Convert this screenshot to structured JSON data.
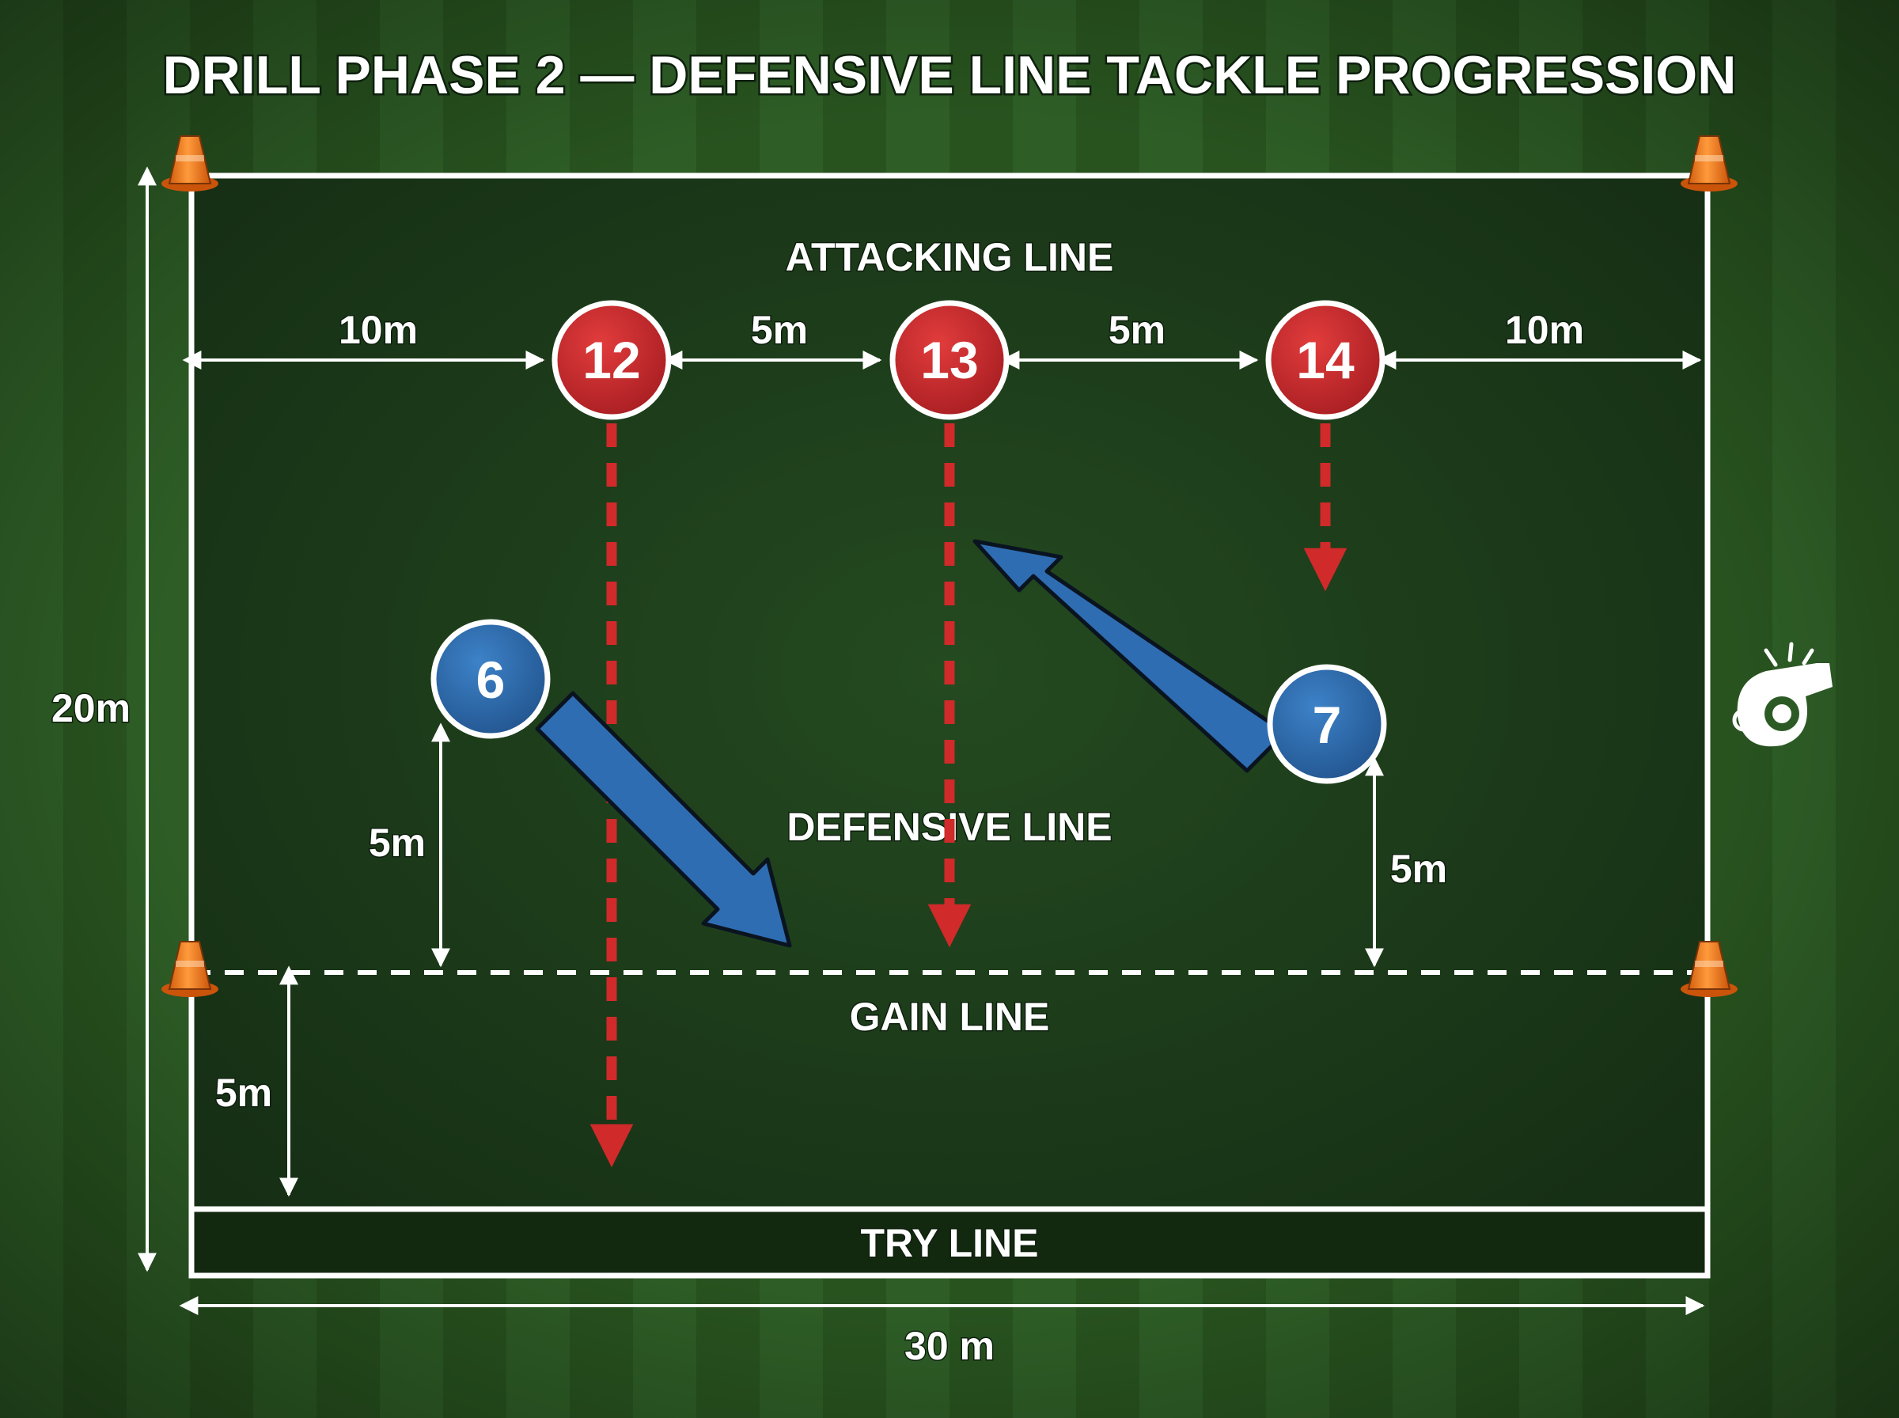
{
  "title": "DRILL PHASE 2 — DEFENSIVE LINE TACKLE PROGRESSION",
  "zones": {
    "attacking_line": "ATTACKING LINE",
    "defensive_line": "DEFENSIVE LINE",
    "gain_line": "GAIN LINE",
    "try_line": "TRY LINE"
  },
  "dimensions": {
    "field_width": "30 m",
    "field_length": "20m",
    "left_gap": "10m",
    "gap_12_13": "5m",
    "gap_13_14": "5m",
    "right_gap": "10m",
    "defender_6_depth": "5m",
    "defender_7_depth": "5m",
    "gain_to_try": "5m"
  },
  "attackers": [
    {
      "number": "12",
      "color": "#c42a2e"
    },
    {
      "number": "13",
      "color": "#c42a2e"
    },
    {
      "number": "14",
      "color": "#c42a2e"
    }
  ],
  "defenders": [
    {
      "number": "6",
      "color": "#2f6db3"
    },
    {
      "number": "7",
      "color": "#2f6db3"
    }
  ],
  "colors": {
    "attacker_red": "#c42a2e",
    "defender_blue": "#2f6db3",
    "field_dark": "#1a3a1a",
    "grass": "#2c5a24",
    "cone_orange": "#f07a1a",
    "line_white": "#ffffff"
  },
  "icons": {
    "cones": "traffic-cone-icon",
    "whistle": "whistle-icon"
  }
}
